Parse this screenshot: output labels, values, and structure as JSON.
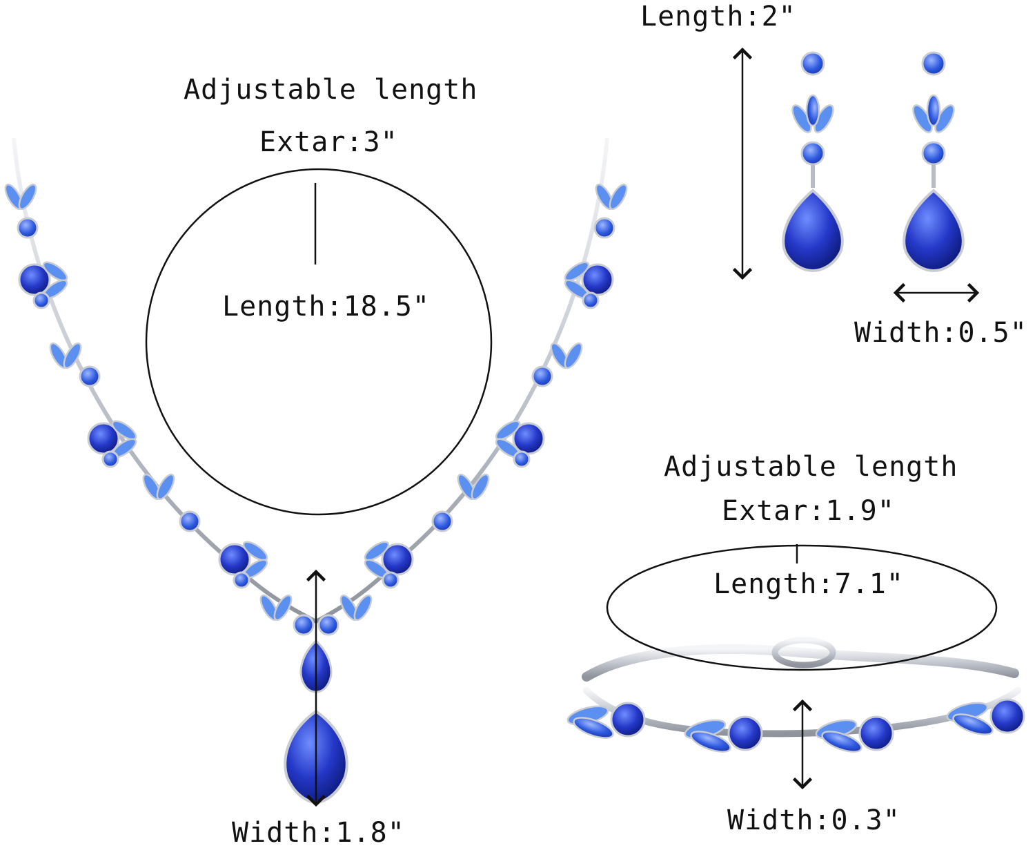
{
  "necklace": {
    "adjustable_label": "Adjustable length",
    "extra_label": "Extar:3\"",
    "length_label": "Length:18.5\"",
    "width_label": "Width:1.8\""
  },
  "earrings": {
    "length_label": "Length:2\"",
    "width_label": "Width:0.5\""
  },
  "bracelet": {
    "adjustable_label": "Adjustable length",
    "extra_label": "Extar:1.9\"",
    "length_label": "Length:7.1\"",
    "width_label": "Width:0.3\""
  },
  "colors": {
    "stone_dark": "#1a2fb8",
    "stone_mid": "#2f5be0",
    "stone_light": "#5b8ff0",
    "metal": "#c9ccd2",
    "line": "#111111"
  }
}
